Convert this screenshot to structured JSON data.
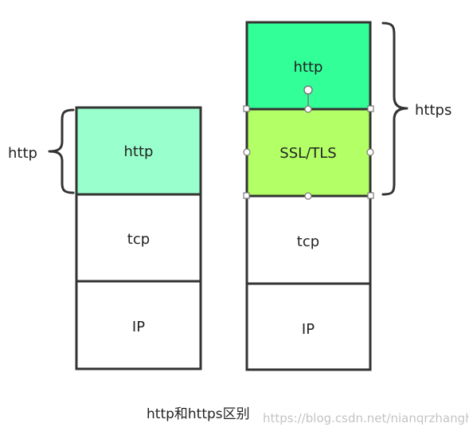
{
  "diagram": {
    "left_stack": {
      "brace_label": "http",
      "layers": [
        {
          "label": "http",
          "fill": "#99ffcc"
        },
        {
          "label": "tcp",
          "fill": "#ffffff"
        },
        {
          "label": "IP",
          "fill": "#ffffff"
        }
      ]
    },
    "right_stack": {
      "brace_label": "https",
      "layers": [
        {
          "label": "http",
          "fill": "#33ff99"
        },
        {
          "label": "SSL/TLS",
          "fill": "#b3ff66"
        },
        {
          "label": "tcp",
          "fill": "#ffffff"
        },
        {
          "label": "IP",
          "fill": "#ffffff"
        }
      ],
      "selected_layer": "SSL/TLS"
    },
    "caption": "http和https区别",
    "watermark": "https://blog.csdn.net/nianqrzhanghw"
  },
  "colors": {
    "outline": "#333333",
    "text": "#222222",
    "handle": "#7a7a7a"
  }
}
